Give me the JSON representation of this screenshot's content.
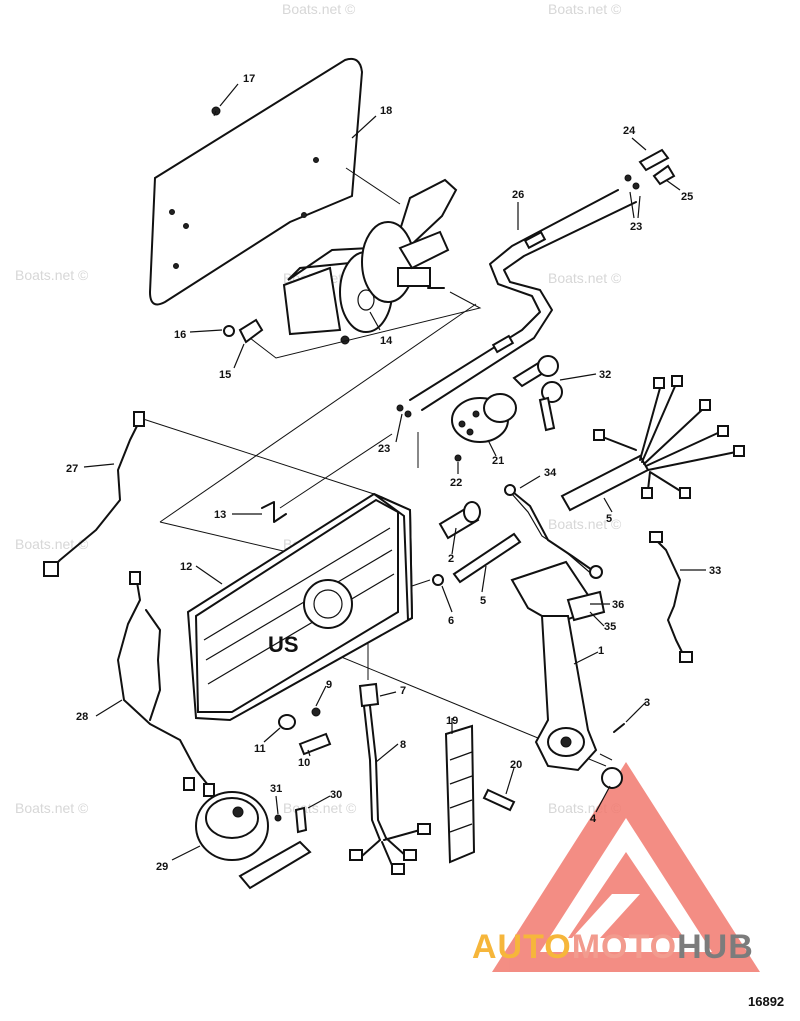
{
  "watermark": "Boats.net ©",
  "figure_number": "16892",
  "logo": {
    "part1": "AUTO",
    "part2": "MOTO",
    "part3": "HUB",
    "colors": {
      "auto": "#f6b63b",
      "moto": "#f29b8e",
      "hub": "#7c7c7c",
      "triangle": "#f27a6f"
    }
  },
  "callouts": [
    "17",
    "18",
    "24",
    "25",
    "26",
    "23",
    "16",
    "14",
    "15",
    "32",
    "23",
    "21",
    "27",
    "22",
    "34",
    "13",
    "2",
    "5",
    "12",
    "6",
    "33",
    "5",
    "36",
    "35",
    "1",
    "9",
    "7",
    "28",
    "11",
    "10",
    "19",
    "3",
    "8",
    "20",
    "31",
    "30",
    "4",
    "29"
  ]
}
